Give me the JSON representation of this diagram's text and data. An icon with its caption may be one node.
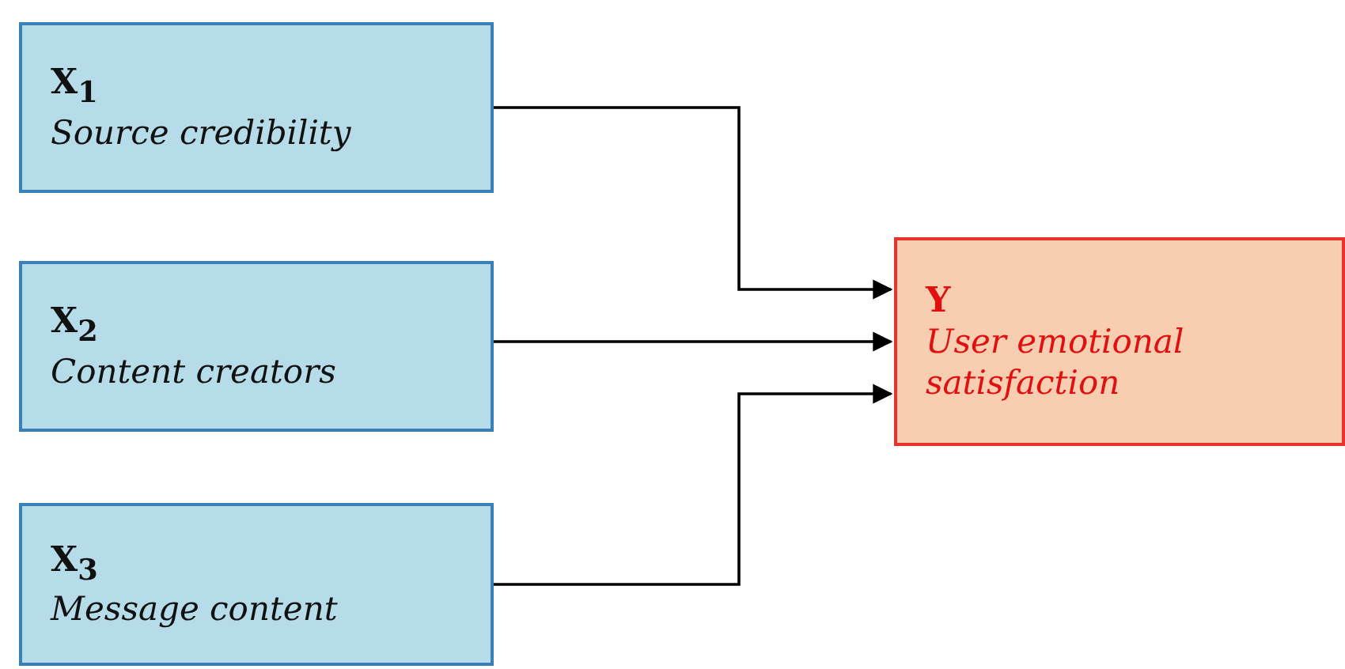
{
  "diagram": {
    "nodes": [
      {
        "text": [
          "X$_{1}$",
          "Source credibility"
        ]
      },
      {
        "text": [
          "X$_{2}$",
          "Content creators"
        ]
      },
      {
        "text": [
          "X$_{3}$",
          "Message content"
        ]
      },
      {
        "text": [
          "Y",
          "User emotional satisfaction"
        ]
      }
    ],
    "edges": [
      {
        "from": 0,
        "to": 3,
        "arrow": "to"
      },
      {
        "from": 1,
        "to": 3,
        "arrow": "to"
      },
      {
        "from": 2,
        "to": 3,
        "arrow": "to"
      }
    ]
  }
}
